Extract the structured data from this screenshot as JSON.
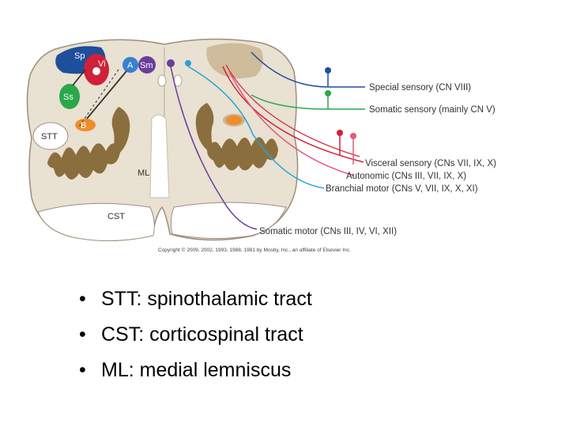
{
  "diagram": {
    "nuclei": {
      "sp": "Sp",
      "vi": "Vi",
      "ss": "Ss",
      "a": "A",
      "sm": "Sm",
      "stt": "STT",
      "b": "B"
    },
    "regions": {
      "ml": "ML",
      "cst": "CST"
    },
    "fiber_labels": [
      "Special sensory (CN VIII)",
      "Somatic sensory (mainly CN V)",
      "Visceral sensory (CNs VII, IX, X)",
      "Autonomic (CNs III, VII, IX, X)",
      "Branchial motor (CNs V, VII, IX, X, XI)",
      "Somatic motor (CNs III, IV, VI, XII)"
    ],
    "copyright": "Copyright © 2009, 2002, 1993, 1988, 1981 by Mosby, Inc., an affiliate of Elsevier Inc."
  },
  "bullets": [
    "STT: spinothalamic tract",
    "CST: corticospinal tract",
    "ML: medial lemniscus"
  ],
  "bullet_glyph": "•",
  "colors": {
    "special_sensory": "#1f4e9c",
    "somatic_sensory": "#2aa84a",
    "visceral_sensory": "#d0203a",
    "autonomic": "#e05a7a",
    "branchial_motor": "#2a9fd6",
    "somatic_motor": "#6a3d9a",
    "gray_matter": "#8b6e3e",
    "tissue": "#e9e1d2"
  }
}
